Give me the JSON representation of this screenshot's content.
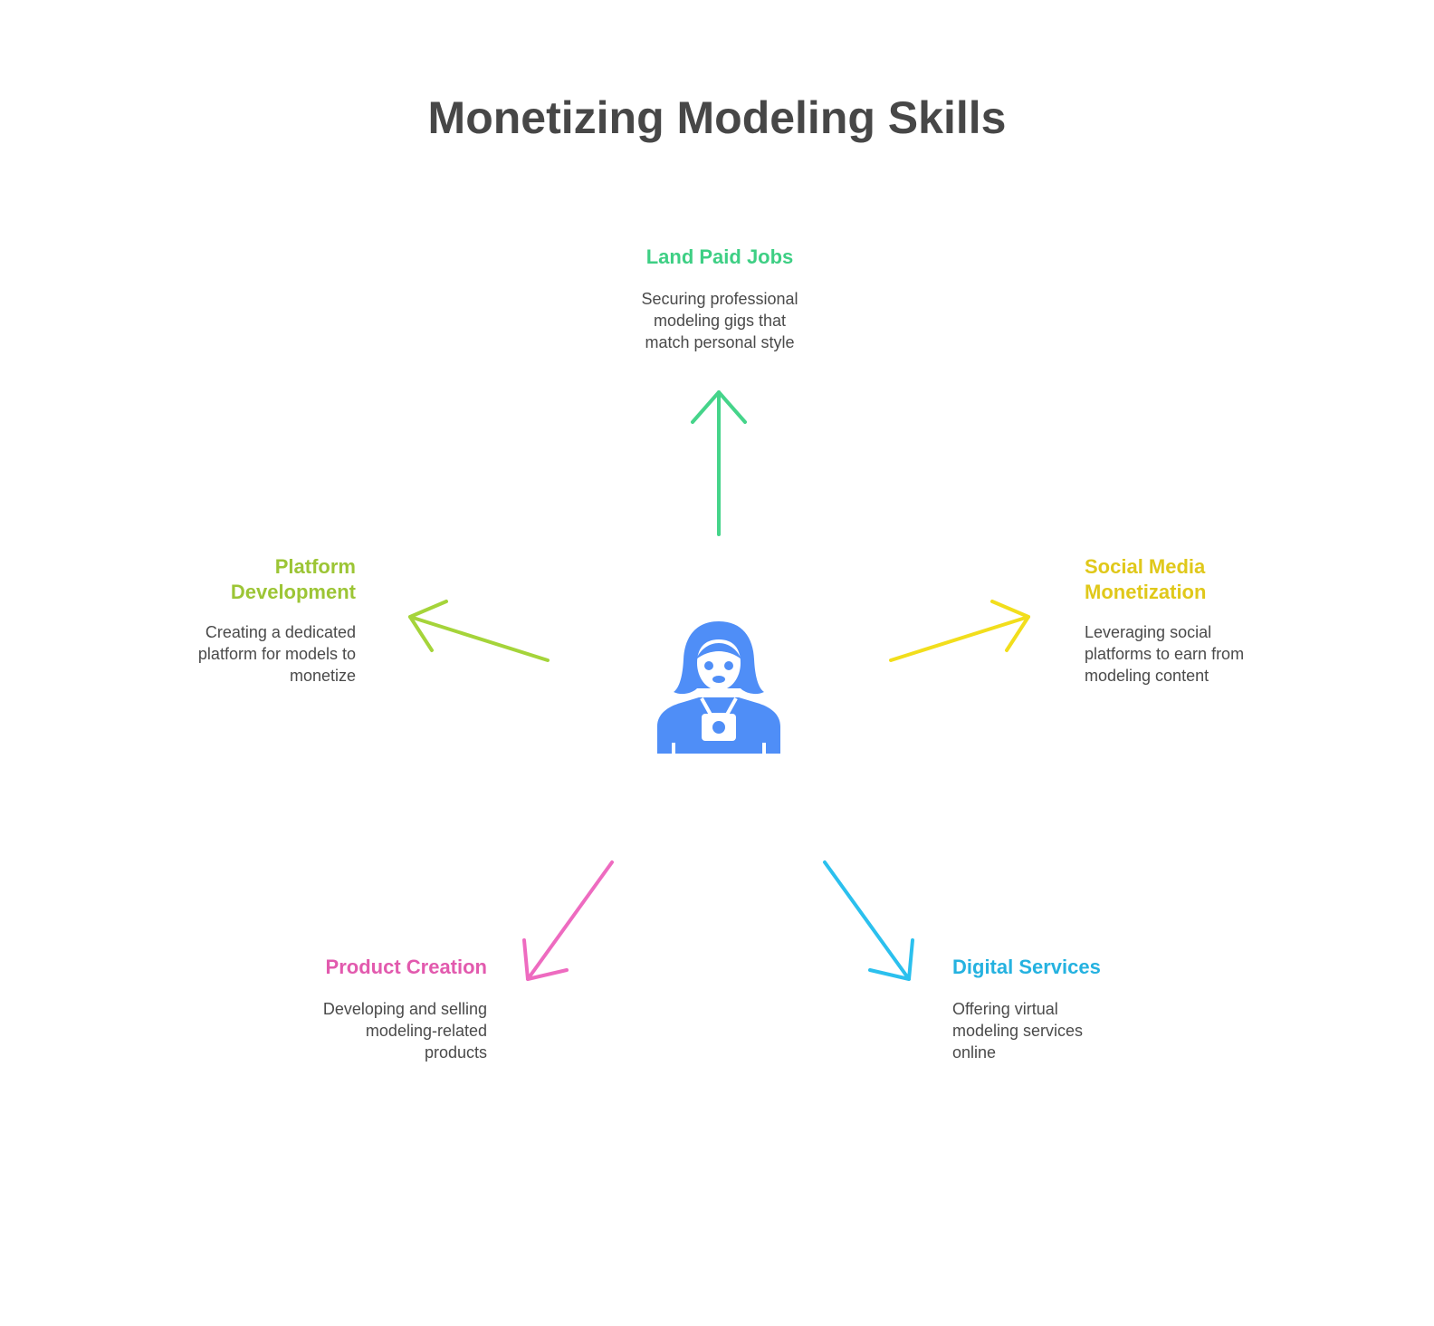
{
  "title": "Monetizing Modeling Skills",
  "center": {
    "icon": "model-with-badge-icon",
    "color": "#4f8ef7"
  },
  "branches": {
    "land_paid_jobs": {
      "title": "Land Paid Jobs",
      "lines": [
        "Securing professional",
        "modeling gigs that",
        "match personal style"
      ],
      "color": "#3ecf84"
    },
    "platform_development": {
      "title_lines": [
        "Platform",
        "Development"
      ],
      "lines": [
        "Creating a dedicated",
        "platform for models to",
        "monetize"
      ],
      "color": "#9cc535"
    },
    "social_media": {
      "title_lines": [
        "Social Media",
        "Monetization"
      ],
      "lines": [
        "Leveraging social",
        "platforms to earn from",
        "modeling content"
      ],
      "color": "#e0c81a"
    },
    "product_creation": {
      "title": "Product Creation",
      "lines": [
        "Developing and selling",
        "modeling-related",
        "products"
      ],
      "color": "#e25aae"
    },
    "digital_services": {
      "title": "Digital Services",
      "lines": [
        "Offering virtual",
        "modeling services",
        "online"
      ],
      "color": "#25b2e0"
    }
  }
}
